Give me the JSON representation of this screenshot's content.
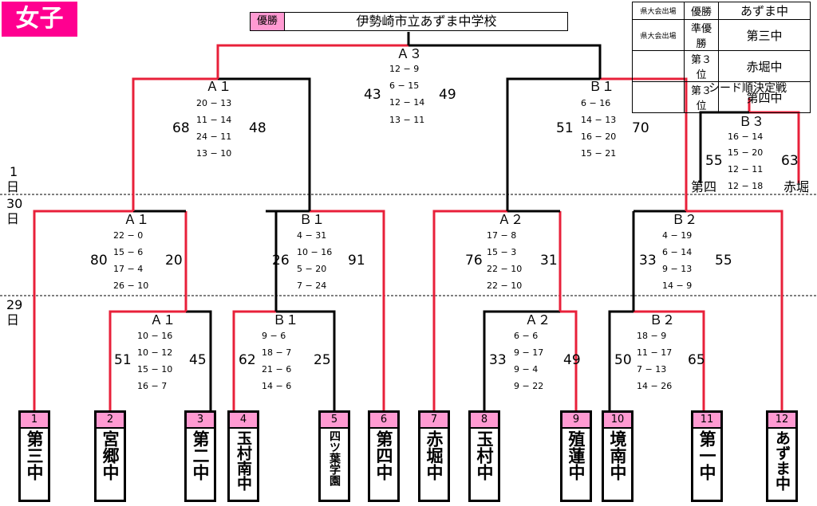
{
  "title": "女子",
  "champion": {
    "label": "優勝",
    "name": "伊勢崎市立あずま中学校"
  },
  "results": [
    {
      "qual": "県大会出場",
      "rank": "優勝",
      "school": "あずま中"
    },
    {
      "qual": "県大会出場",
      "rank": "準優勝",
      "school": "第三中"
    },
    {
      "qual": "",
      "rank": "第３位",
      "school": "赤堀中"
    },
    {
      "qual": "",
      "rank": "第３位",
      "school": "第四中"
    }
  ],
  "days": {
    "day1a": "1",
    "day1b": "日",
    "day30a": "30",
    "day30b": "日",
    "day29a": "29",
    "day29b": "日"
  },
  "seed_title": "シード順決定戦",
  "teams": [
    {
      "num": "1",
      "name": "第三中"
    },
    {
      "num": "2",
      "name": "宮郷中"
    },
    {
      "num": "3",
      "name": "第二中"
    },
    {
      "num": "4",
      "name": "玉村南中"
    },
    {
      "num": "5",
      "name": "四ツ葉学園"
    },
    {
      "num": "6",
      "name": "第四中"
    },
    {
      "num": "7",
      "name": "赤堀中"
    },
    {
      "num": "8",
      "name": "玉村中"
    },
    {
      "num": "9",
      "name": "殖蓮中"
    },
    {
      "num": "10",
      "name": "境南中"
    },
    {
      "num": "11",
      "name": "第一中"
    },
    {
      "num": "12",
      "name": "あずま中"
    }
  ],
  "matches": {
    "r1_a1": {
      "code": "Ａ１",
      "left": "51",
      "right": "45",
      "sets": [
        "10 − 16",
        "10 − 12",
        "15 − 10",
        "16 − 7"
      ]
    },
    "r1_b1": {
      "code": "Ｂ１",
      "left": "62",
      "right": "25",
      "sets": [
        "9 − 6",
        "18 − 7",
        "21 − 6",
        "14 − 6"
      ]
    },
    "r1_a2": {
      "code": "Ａ２",
      "left": "33",
      "right": "49",
      "sets": [
        "6 − 6",
        "9 − 17",
        "9 − 4",
        "9 − 22"
      ]
    },
    "r1_b2": {
      "code": "Ｂ２",
      "left": "50",
      "right": "65",
      "sets": [
        "18 − 9",
        "11 − 17",
        "7 − 13",
        "14 − 26"
      ]
    },
    "r2_a1": {
      "code": "Ａ１",
      "left": "80",
      "right": "20",
      "sets": [
        "22 − 0",
        "15 − 6",
        "17 − 4",
        "26 − 10"
      ]
    },
    "r2_b1": {
      "code": "Ｂ１",
      "left": "26",
      "right": "91",
      "sets": [
        "4 − 31",
        "10 − 16",
        "5 − 20",
        "7 − 24"
      ]
    },
    "r2_a2": {
      "code": "Ａ２",
      "left": "76",
      "right": "31",
      "sets": [
        "17 − 8",
        "15 − 3",
        "22 − 10",
        "22 − 10"
      ]
    },
    "r2_b2": {
      "code": "Ｂ２",
      "left": "33",
      "right": "55",
      "sets": [
        "4 − 19",
        "6 − 14",
        "9 − 13",
        "14 − 9"
      ]
    },
    "sf_a1": {
      "code": "Ａ１",
      "left": "68",
      "right": "48",
      "sets": [
        "20 − 13",
        "11 − 14",
        "24 − 11",
        "13 − 10"
      ]
    },
    "sf_b1": {
      "code": "Ｂ１",
      "left": "51",
      "right": "70",
      "sets": [
        "6 − 16",
        "14 − 13",
        "16 − 20",
        "15 − 21"
      ]
    },
    "final_a3": {
      "code": "Ａ３",
      "left": "43",
      "right": "49",
      "sets": [
        "12 − 9",
        "6 − 15",
        "12 − 14",
        "13 − 11"
      ]
    },
    "seed_b3": {
      "code": "Ｂ３",
      "left": "55",
      "right": "63",
      "left_team": "第四",
      "right_team": "赤堀",
      "sets": [
        "16 − 14",
        "15 − 20",
        "12 − 11",
        "12 − 18"
      ]
    }
  }
}
